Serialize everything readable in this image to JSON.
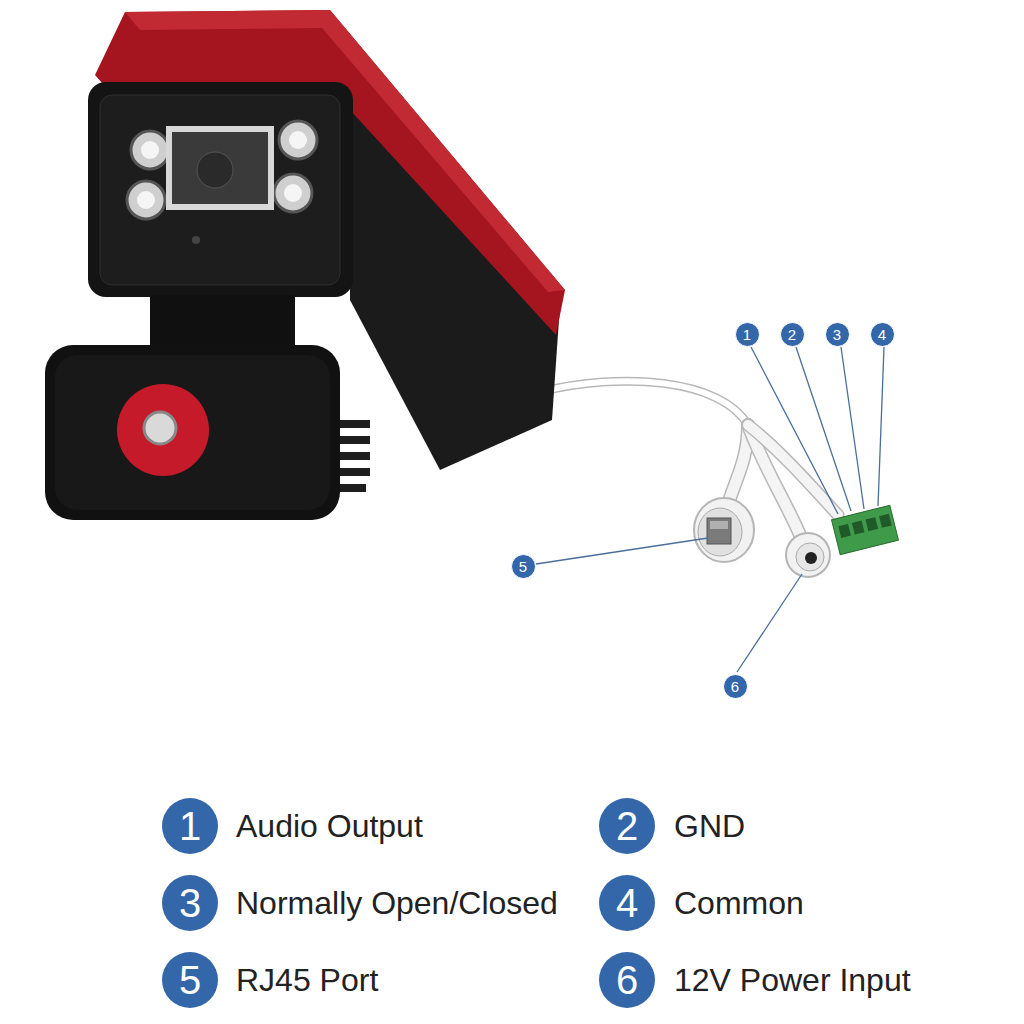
{
  "diagram": {
    "labels": [
      "1",
      "2",
      "3",
      "4",
      "5",
      "6",
      "1",
      "Audio Output",
      "2",
      "GND",
      "3",
      "Normally Open/Closed",
      "4",
      "Common",
      "5",
      "RJ45 Port",
      "6",
      "12V Power Input"
    ]
  }
}
